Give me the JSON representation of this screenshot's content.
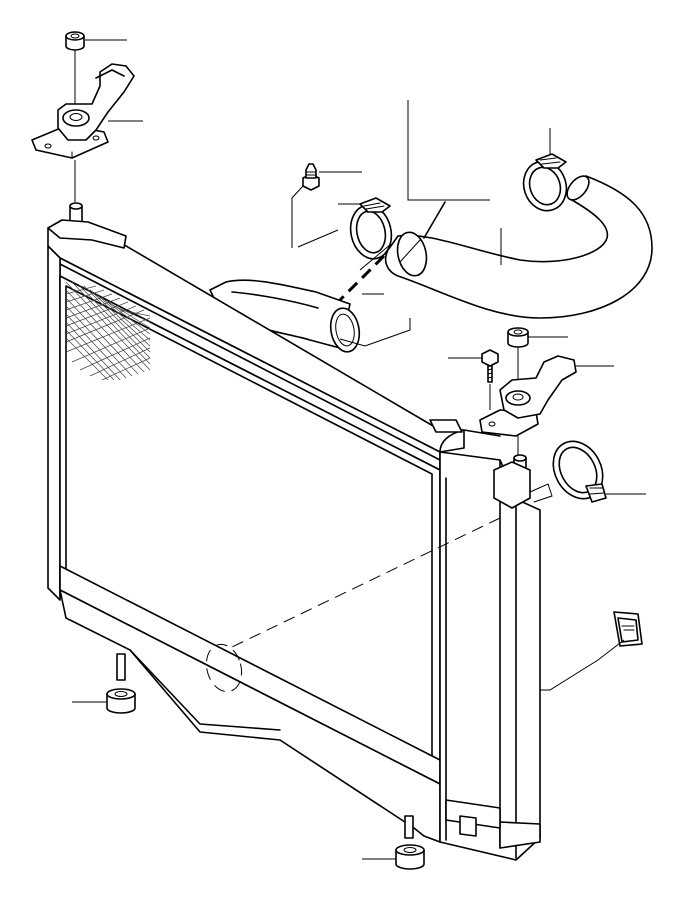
{
  "diagram": {
    "parts": [
      {
        "name": "radiator"
      },
      {
        "name": "upper-coolant-hose"
      },
      {
        "name": "hose-clamp-1"
      },
      {
        "name": "hose-clamp-2"
      },
      {
        "name": "hose-clamp-3"
      },
      {
        "name": "lower-hose-connection"
      },
      {
        "name": "upper-bracket-left"
      },
      {
        "name": "upper-bracket-right"
      },
      {
        "name": "rubber-bushing-top-left"
      },
      {
        "name": "rubber-bushing-top-right"
      },
      {
        "name": "rubber-bushing-bottom-left"
      },
      {
        "name": "rubber-bushing-bottom-right"
      },
      {
        "name": "bolt"
      },
      {
        "name": "bleed-screw"
      },
      {
        "name": "clip"
      }
    ]
  }
}
